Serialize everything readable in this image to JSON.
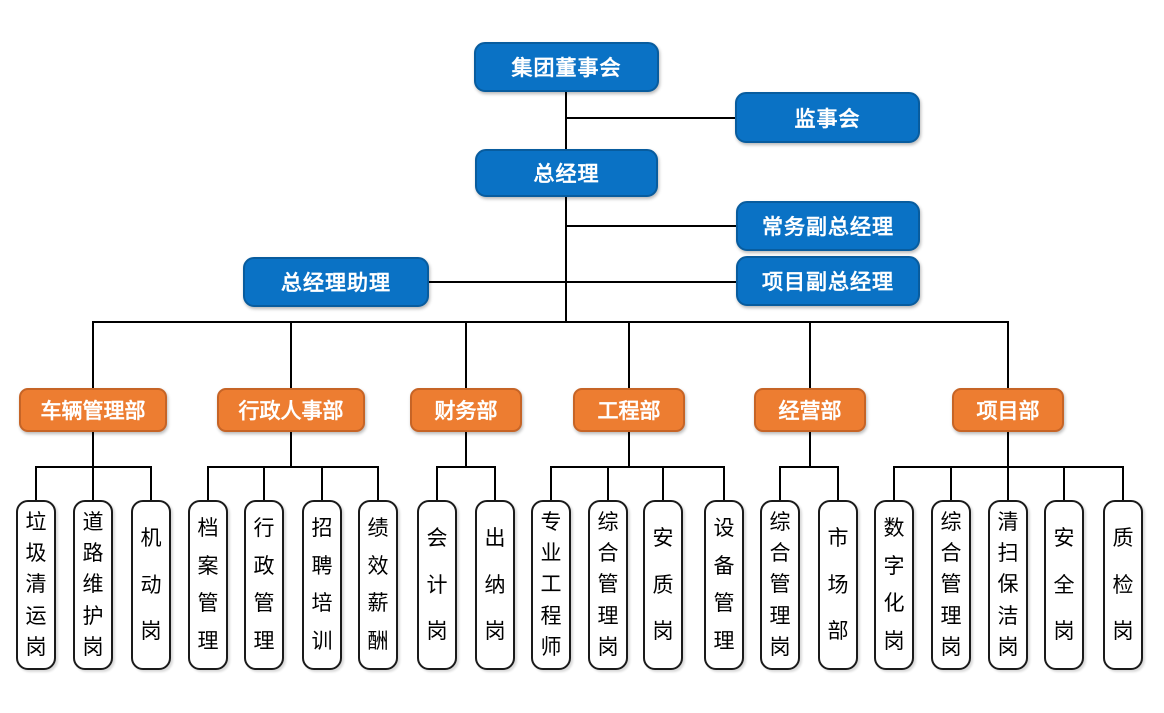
{
  "colors": {
    "executive_fill": "#0A72C5",
    "executive_border": "#085C9E",
    "department_fill": "#ED7D31",
    "department_border": "#C66426",
    "position_fill": "#FFFFFF",
    "position_border": "#1A1A1A",
    "connector": "#000000",
    "text_on_color": "#FFFFFF",
    "text_dark": "#000000",
    "background": "#FFFFFF"
  },
  "executives": {
    "board": {
      "label": "集团董事会"
    },
    "supervisory_board": {
      "label": "监事会"
    },
    "general_manager": {
      "label": "总经理"
    },
    "executive_deputy_gm": {
      "label": "常务副总经理"
    },
    "gm_assistant": {
      "label": "总经理助理"
    },
    "project_deputy_gm": {
      "label": "项目副总经理"
    }
  },
  "departments": [
    {
      "label": "车辆管理部",
      "positions": [
        "垃圾清运岗",
        "道路维护岗",
        "机动岗"
      ]
    },
    {
      "label": "行政人事部",
      "positions": [
        "档案管理",
        "行政管理",
        "招聘培训",
        "绩效薪酬"
      ]
    },
    {
      "label": "财务部",
      "positions": [
        "会计岗",
        "出纳岗"
      ]
    },
    {
      "label": "工程部",
      "positions": [
        "专业工程师",
        "综合管理岗",
        "安质岗",
        "设备管理"
      ]
    },
    {
      "label": "经营部",
      "positions": [
        "综合管理岗",
        "市场部"
      ]
    },
    {
      "label": "项目部",
      "positions": [
        "数字化岗",
        "综合管理岗",
        "清扫保洁岗",
        "安全岗",
        "质检岗"
      ]
    }
  ]
}
